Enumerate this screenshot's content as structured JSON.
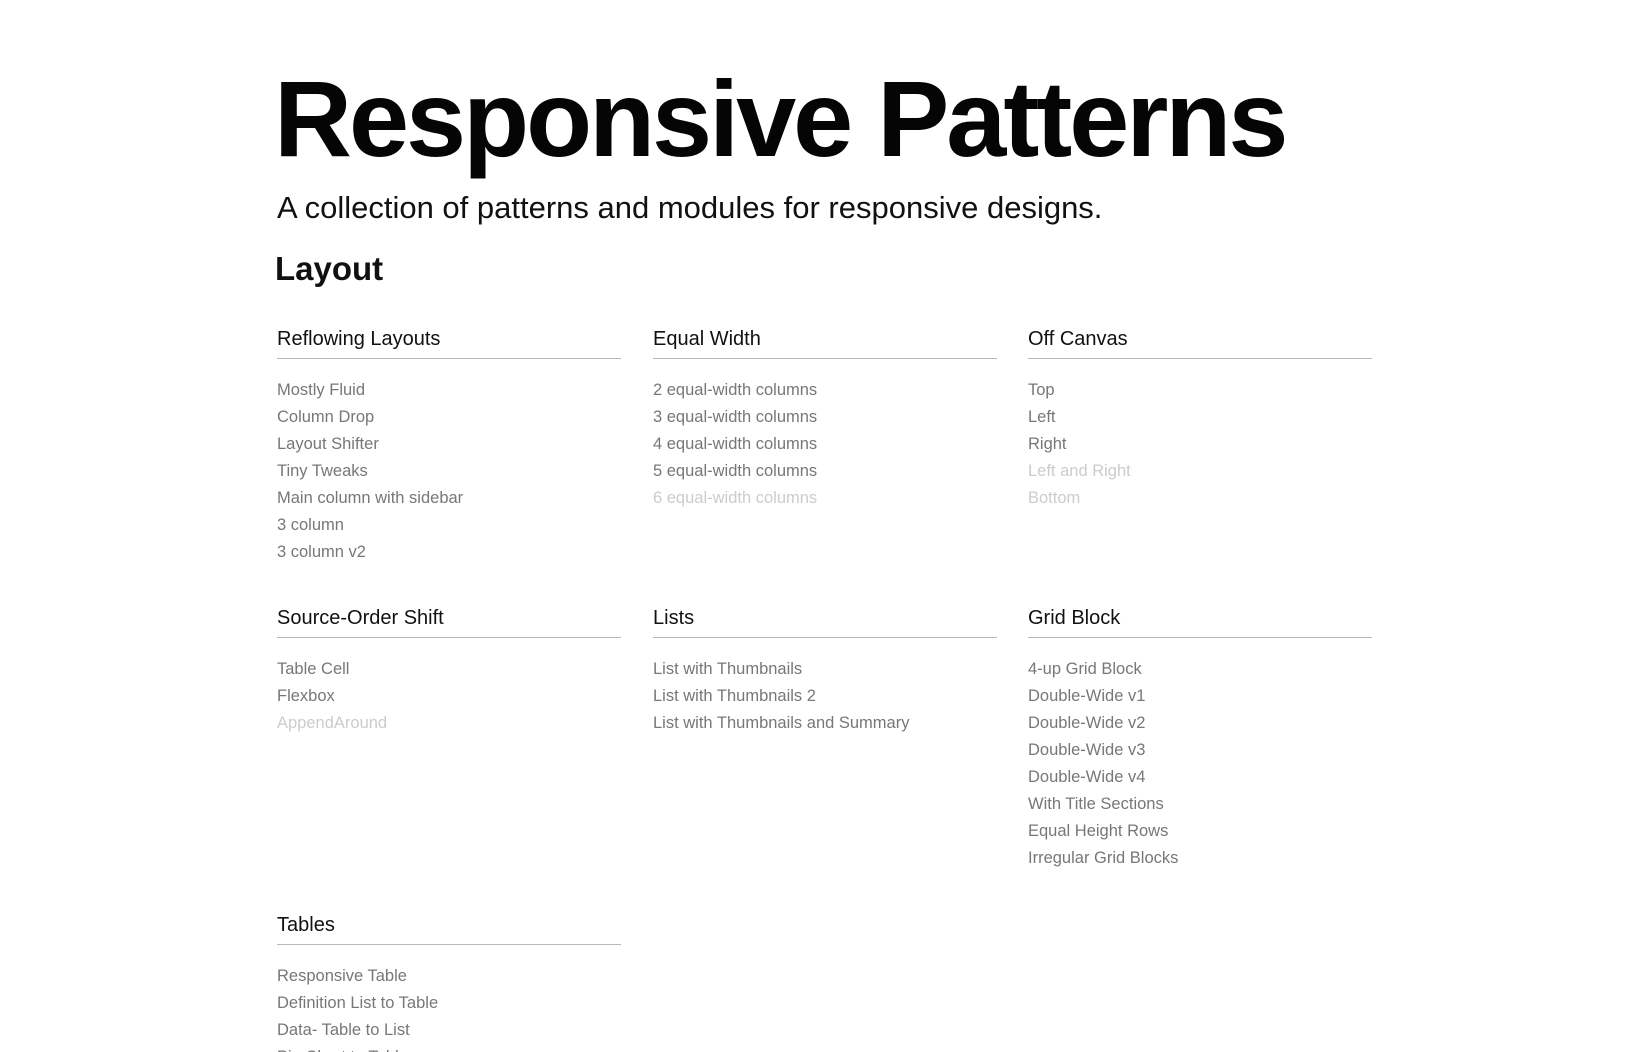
{
  "header": {
    "title": "Responsive Patterns",
    "subtitle": "A collection of patterns and modules for responsive designs."
  },
  "section": {
    "title": "Layout"
  },
  "groups": [
    {
      "title": "Reflowing Layouts",
      "items": [
        {
          "label": "Mostly Fluid",
          "enabled": true
        },
        {
          "label": "Column Drop",
          "enabled": true
        },
        {
          "label": "Layout Shifter",
          "enabled": true
        },
        {
          "label": "Tiny Tweaks",
          "enabled": true
        },
        {
          "label": "Main column with sidebar",
          "enabled": true
        },
        {
          "label": "3 column",
          "enabled": true
        },
        {
          "label": "3 column v2",
          "enabled": true
        }
      ]
    },
    {
      "title": "Equal Width",
      "items": [
        {
          "label": "2 equal-width columns",
          "enabled": true
        },
        {
          "label": "3 equal-width columns",
          "enabled": true
        },
        {
          "label": "4 equal-width columns",
          "enabled": true
        },
        {
          "label": "5 equal-width columns",
          "enabled": true
        },
        {
          "label": "6 equal-width columns",
          "enabled": false
        }
      ]
    },
    {
      "title": "Off Canvas",
      "items": [
        {
          "label": "Top",
          "enabled": true
        },
        {
          "label": "Left",
          "enabled": true
        },
        {
          "label": "Right",
          "enabled": true
        },
        {
          "label": "Left and Right",
          "enabled": false
        },
        {
          "label": "Bottom",
          "enabled": false
        }
      ]
    },
    {
      "title": "Source-Order Shift",
      "items": [
        {
          "label": "Table Cell",
          "enabled": true
        },
        {
          "label": "Flexbox",
          "enabled": true
        },
        {
          "label": "AppendAround",
          "enabled": false
        }
      ]
    },
    {
      "title": "Lists",
      "items": [
        {
          "label": "List with Thumbnails",
          "enabled": true
        },
        {
          "label": "List with Thumbnails 2",
          "enabled": true
        },
        {
          "label": "List with Thumbnails and Summary",
          "enabled": true
        }
      ]
    },
    {
      "title": "Grid Block",
      "items": [
        {
          "label": "4-up Grid Block",
          "enabled": true
        },
        {
          "label": "Double-Wide v1",
          "enabled": true
        },
        {
          "label": "Double-Wide v2",
          "enabled": true
        },
        {
          "label": "Double-Wide v3",
          "enabled": true
        },
        {
          "label": "Double-Wide v4",
          "enabled": true
        },
        {
          "label": "With Title Sections",
          "enabled": true
        },
        {
          "label": "Equal Height Rows",
          "enabled": true
        },
        {
          "label": "Irregular Grid Blocks",
          "enabled": true
        }
      ]
    },
    {
      "title": "Tables",
      "items": [
        {
          "label": "Responsive Table",
          "enabled": true
        },
        {
          "label": "Definition List to Table",
          "enabled": true
        },
        {
          "label": "Data- Table to List",
          "enabled": true
        },
        {
          "label": "Pie Chart to Table",
          "enabled": true
        }
      ]
    }
  ],
  "colors": {
    "link": "#777777",
    "link_disabled": "#cccccc",
    "heading": "#111111",
    "rule": "#b9b9b9"
  }
}
